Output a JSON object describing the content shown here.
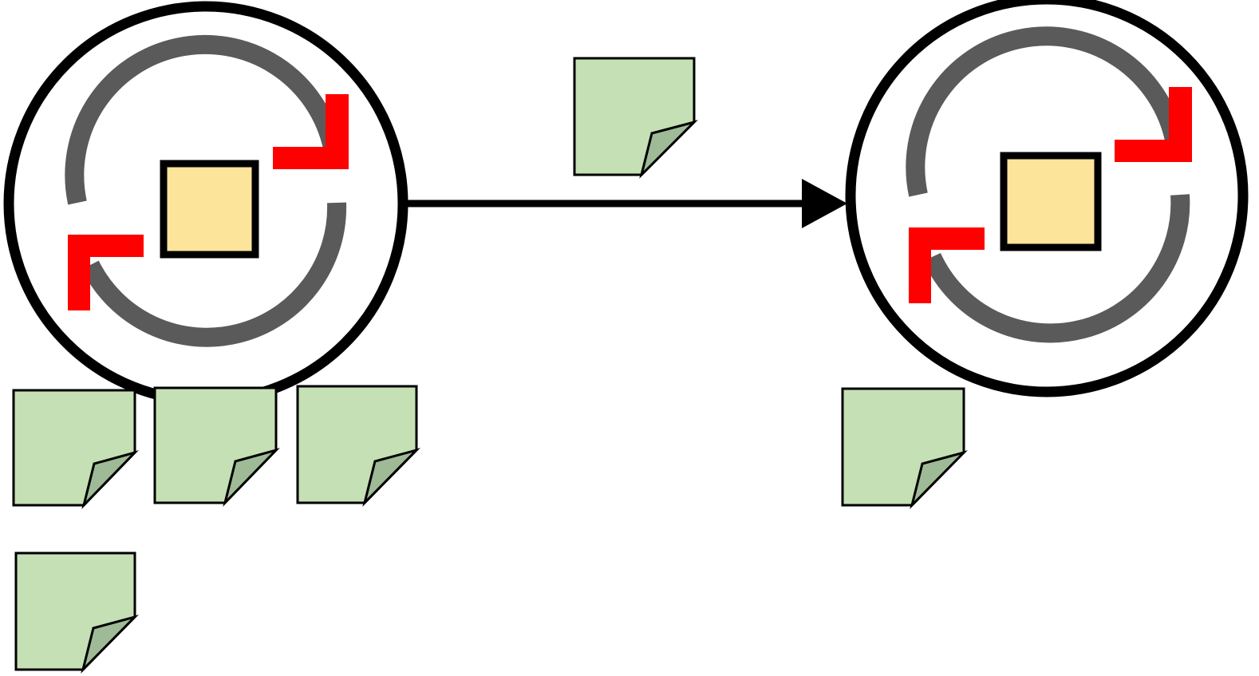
{
  "colors": {
    "background": "#ffffff",
    "node_ring": "#000000",
    "cycle_arc": "#5a5a5a",
    "cycle_arrowheads": "#ff0000",
    "center_square_fill": "#fde49b",
    "note_fill": "#c5e0b4",
    "note_fold": "#9fba96",
    "connector": "#000000"
  },
  "nodes": [
    {
      "id": "process-node-source",
      "icon": "cycle-refresh-icon",
      "attached_notes": 4
    },
    {
      "id": "process-node-target",
      "icon": "cycle-refresh-icon",
      "attached_notes": 1
    }
  ],
  "connector": {
    "from": "process-node-source",
    "to": "process-node-target",
    "icon": "arrow-right-icon",
    "label_note_count": 1
  },
  "note_icon": "sticky-note-icon"
}
